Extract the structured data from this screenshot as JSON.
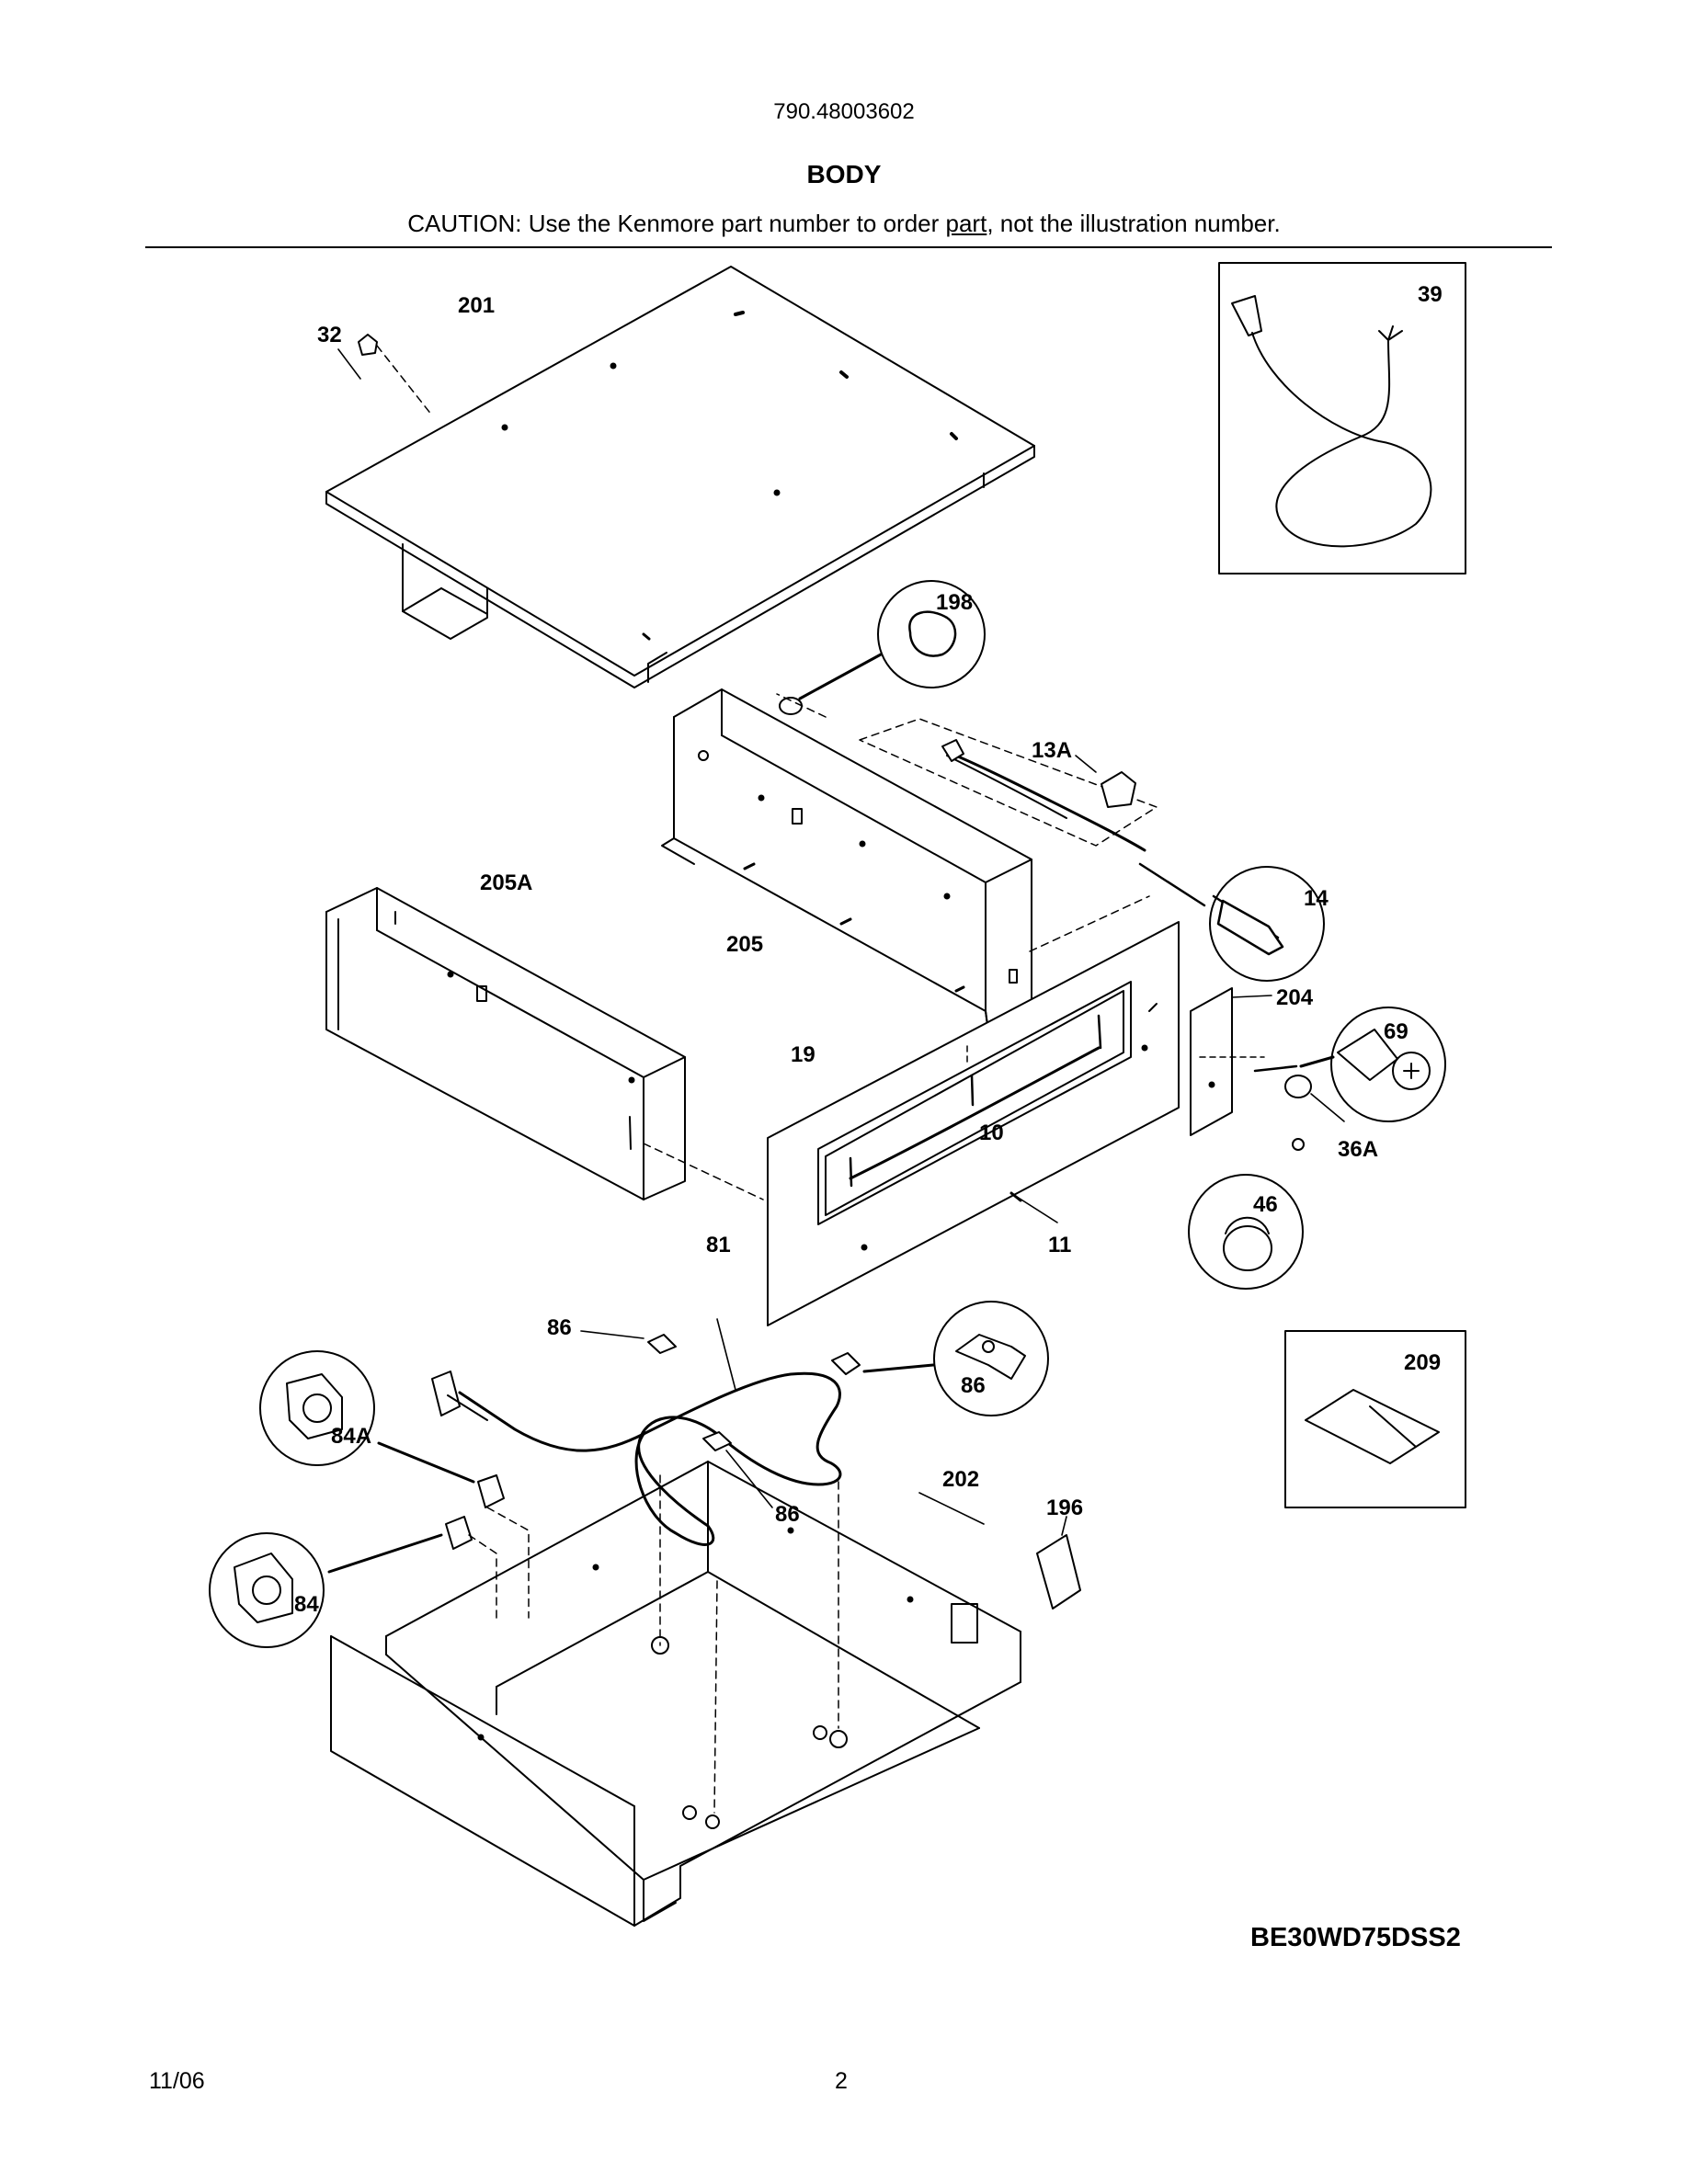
{
  "header": {
    "model_number": "790.48003602",
    "title": "BODY",
    "caution_prefix": "CAUTION: Use the Kenmore part number to order ",
    "caution_link": "part",
    "caution_suffix": ", not the illustration number."
  },
  "callouts": {
    "c32": "32",
    "c201": "201",
    "c39": "39",
    "c198": "198",
    "c13a": "13A",
    "c14": "14",
    "c205a": "205A",
    "c205": "205",
    "c204": "204",
    "c69": "69",
    "c19": "19",
    "c10": "10",
    "c36a": "36A",
    "c46": "46",
    "c11": "11",
    "c81": "81",
    "c86a": "86",
    "c86b": "86",
    "c86c": "86",
    "c209": "209",
    "c84a": "84A",
    "c202": "202",
    "c196": "196",
    "c84": "84"
  },
  "footer": {
    "model": "BE30WD75DSS2",
    "date": "11/06",
    "page_number": "2"
  }
}
